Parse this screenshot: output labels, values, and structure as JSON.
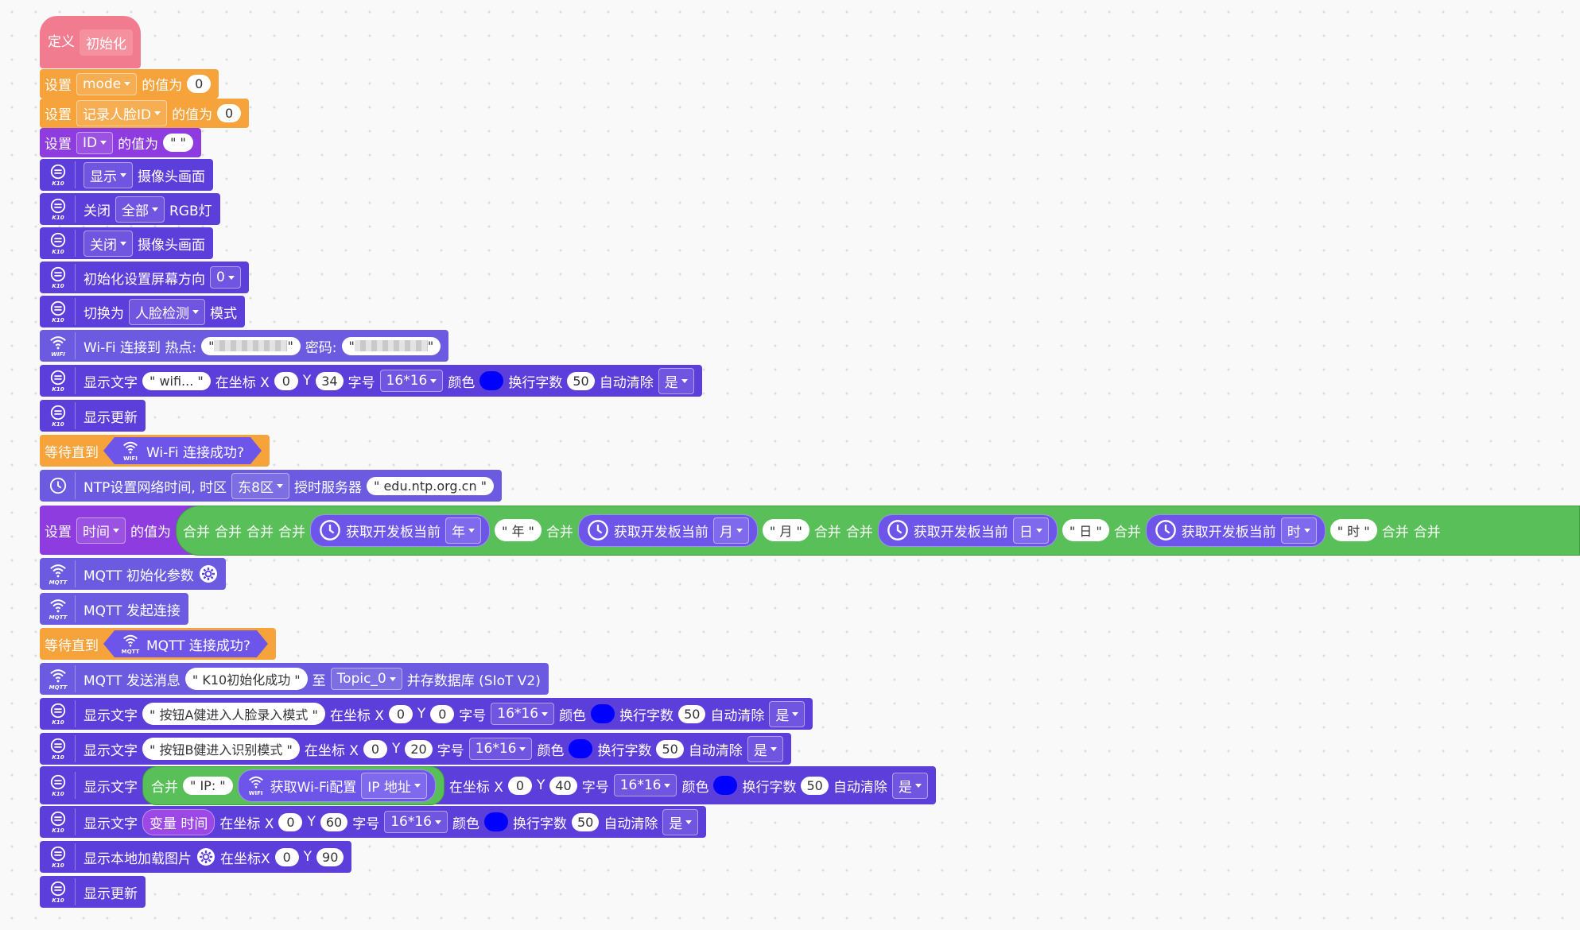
{
  "hat": {
    "define": "定义",
    "name": "初始化"
  },
  "common": {
    "set": "设置",
    "value_of": "的值为",
    "merge": "合并",
    "at_x": "在坐标 X",
    "at_x2": "在坐标X",
    "y": "Y",
    "font": "字号",
    "color": "颜色",
    "wrap": "换行字数",
    "auto_clear": "自动清除",
    "show_text": "显示文字",
    "show_update": "显示更新",
    "wait_until": "等待直到"
  },
  "b1": {
    "var": "mode",
    "value": "0"
  },
  "b2": {
    "var": "记录人脸ID",
    "value": "0"
  },
  "b3": {
    "var": "ID",
    "value": "\" \""
  },
  "b4": {
    "mode": "显示",
    "text": "摄像头画面"
  },
  "b5": {
    "pre": "关闭",
    "target": "全部",
    "post": "RGB灯"
  },
  "b6": {
    "mode": "关闭",
    "text": "摄像头画面"
  },
  "b7": {
    "text": "初始化设置屏幕方向",
    "value": "0"
  },
  "b8": {
    "pre": "切换为",
    "mode": "人脸检测",
    "post": "模式"
  },
  "b9": {
    "text": "Wi-Fi 连接到 热点:",
    "pwd": "密码:"
  },
  "b10": {
    "text": "\" wifi... \"",
    "x": "0",
    "y": "34",
    "size": "16*16",
    "wrap": "50",
    "clear": "是"
  },
  "b12": {
    "cond": "Wi-Fi 连接成功?"
  },
  "b13": {
    "text": "NTP设置网络时间, 时区",
    "zone": "东8区",
    "server_lbl": "授时服务器",
    "server": "\" edu.ntp.org.cn \""
  },
  "b14": {
    "var": "时间",
    "get": "获取开发板当前",
    "year": "年",
    "year_s": "\" 年 \"",
    "month": "月",
    "month_s": "\" 月 \"",
    "day": "日",
    "day_s": "\" 日 \"",
    "hour": "时",
    "hour_s": "\" 时 \""
  },
  "b15": {
    "text": "MQTT 初始化参数"
  },
  "b16": {
    "text": "MQTT 发起连接"
  },
  "b17": {
    "cond": "MQTT 连接成功?"
  },
  "b18": {
    "text": "MQTT 发送消息",
    "msg": "\" K10初始化成功 \"",
    "to": "至",
    "topic": "Topic_0",
    "post": "并存数据库 (SIoT V2)"
  },
  "b19": {
    "text": "\" 按钮A健进入人脸录入模式 \"",
    "x": "0",
    "y": "0",
    "size": "16*16",
    "wrap": "50",
    "clear": "是"
  },
  "b20": {
    "text": "\" 按钮B健进入识别模式 \"",
    "x": "0",
    "y": "20",
    "size": "16*16",
    "wrap": "50",
    "clear": "是"
  },
  "b21": {
    "ip": "\" IP: \"",
    "get": "获取Wi-Fi配置",
    "field": "IP 地址",
    "x": "0",
    "y": "40",
    "size": "16*16",
    "wrap": "50",
    "clear": "是"
  },
  "b22": {
    "var_kw": "变量",
    "var": "时间",
    "x": "0",
    "y": "60",
    "size": "16*16",
    "wrap": "50",
    "clear": "是"
  },
  "b23": {
    "text": "显示本地加载图片",
    "x": "0",
    "y": "90"
  },
  "badges": {
    "k10": "K10",
    "wifi": "WIFI",
    "mqtt": "MQTT"
  },
  "colors": {
    "hat": "#f27c8f",
    "orange": "#f6a33b",
    "purple": "#8e3be0",
    "indigo": "#5c3edb",
    "green": "#59c059",
    "blue_swatch": "#0000ff"
  }
}
